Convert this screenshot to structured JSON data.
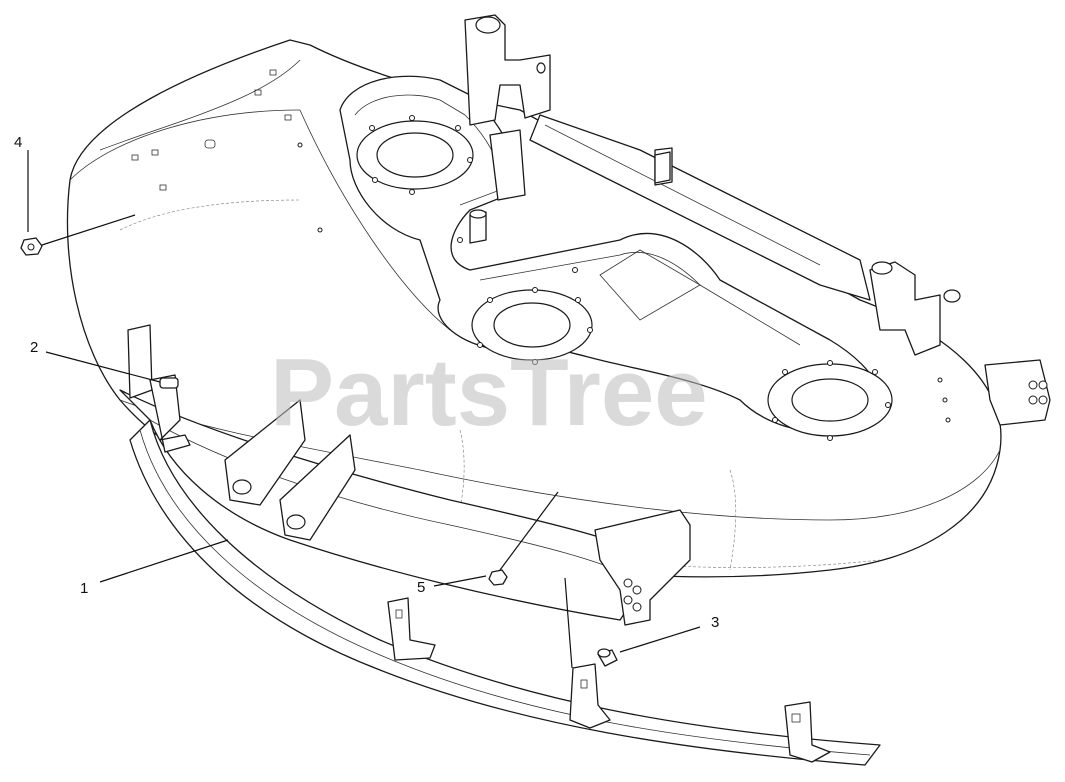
{
  "watermark": "PartsTree",
  "callouts": [
    {
      "label": "1"
    },
    {
      "label": "2"
    },
    {
      "label": "3"
    },
    {
      "label": "4"
    },
    {
      "label": "5"
    }
  ]
}
